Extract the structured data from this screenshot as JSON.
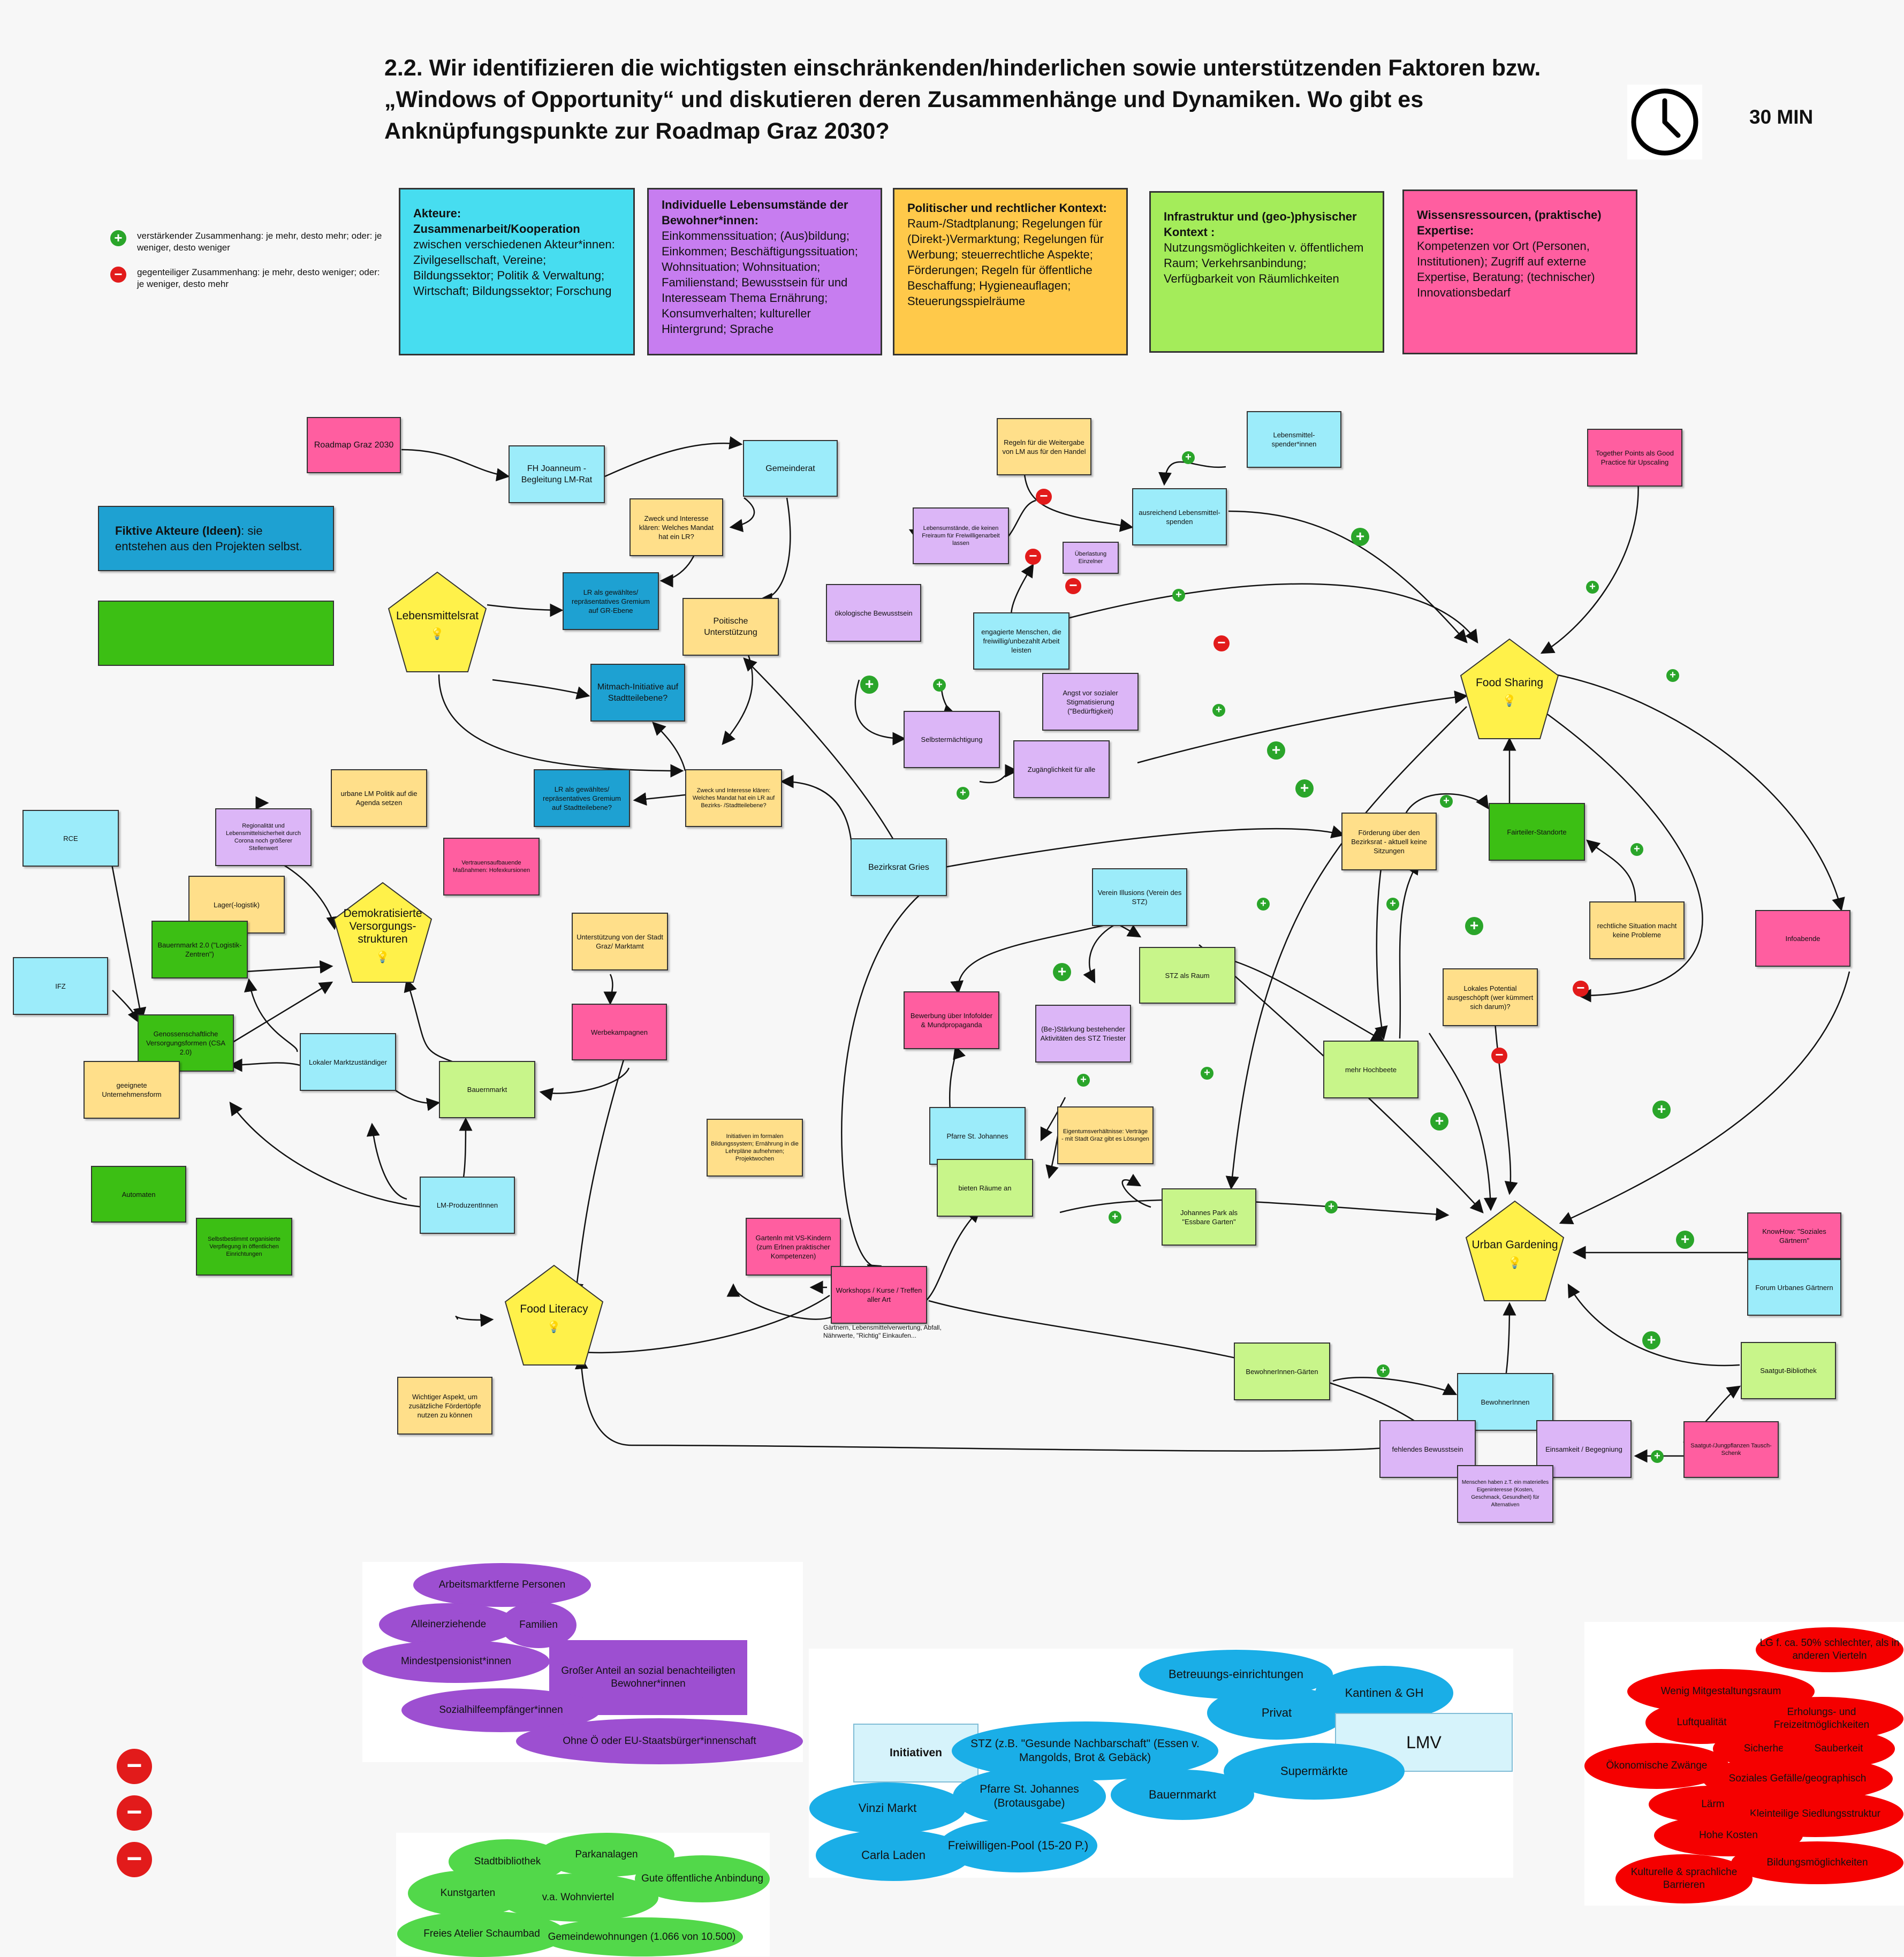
{
  "header": {
    "title": "2.2. Wir identifizieren die wichtigsten einschränkenden/hinderlichen sowie unterstützenden Faktoren bzw. „Windows of Opportunity“ und diskutieren deren Zusammenhänge und Dynamiken. Wo gibt es Anknüpfungspunkte zur Roadmap Graz 2030?",
    "duration": "30 MIN"
  },
  "legend": [
    {
      "sign": "+",
      "text": "verstärkender Zusammenhang: je mehr, desto mehr; oder: je weniger, desto weniger"
    },
    {
      "sign": "−",
      "text": "gegenteiliger Zusammenhang: je mehr, desto weniger; oder: je weniger, desto mehr"
    }
  ],
  "categories": [
    {
      "title": "Akteure: Zusammenarbeit/Kooperation",
      "text": "zwischen verschiedenen Akteur*innen: Zivilgesellschaft, Vereine; Bildungssektor; Politik & Verwaltung; Wirtschaft; Bildungssektor; Forschung",
      "color": "#47ddf0"
    },
    {
      "title": "Individuelle Lebensumstände der Bewohner*innen:",
      "text": "Einkommenssituation; (Aus)bildung; Einkommen; Beschäftigungssituation; Wohnsituation; Wohnsituation; Familienstand; Bewusstsein für und Interesseam Thema Ernährung; Konsumverhalten; kultureller Hintergrund; Sprache",
      "color": "#c77df0"
    },
    {
      "title": "Politischer und rechtlicher Kontext:",
      "text": "Raum-/Stadtplanung; Regelungen für (Direkt-)Vermarktung; Regelungen für Werbung; steuerrechtliche Aspekte; Förderungen; Regeln für öffentliche Beschaffung; Hygieneauflagen; Steuerungsspielräume",
      "color": "#ffc94a"
    },
    {
      "title": "Infrastruktur und (geo-)physischer Kontext :",
      "text": "Nutzungsmöglichkeiten v. öffentlichem Raum; Verkehrsanbindung; Verfügbarkeit von Räumlichkeiten",
      "color": "#a4ec5a"
    },
    {
      "title": "Wissensressourcen, (praktische) Expertise:",
      "text": "Kompetenzen vor Ort (Personen, Institutionen); Zugriff auf externe Expertise, Beratung; (technischer) Innovationsbedarf",
      "color": "#ff5ea0"
    }
  ],
  "fictive": {
    "title": "Fiktive Akteure (Ideen)",
    "text": ": sie entstehen aus den Projekten selbst."
  },
  "hubs": {
    "lebensmittelsrat": "Lebensmittelsrat",
    "food_sharing": "Food Sharing",
    "demokratisierte": "Demokratisierte Versorgungs-strukturen",
    "food_literacy": "Food Literacy",
    "urban_gardening": "Urban Gardening"
  },
  "nodes": {
    "roadmap": "Roadmap Graz 2030",
    "fh": "FH Joanneum - Begleitung LM-Rat",
    "gemeinderat": "Gemeinderat",
    "zweck1": "Zweck und Interesse klären: Welches Mandat hat ein LR?",
    "lr_gr": "LR als gewähltes/ repräsentatives Gremium auf GR-Ebene",
    "pol_unter": "Poitische Unterstützung",
    "mitmach": "Mitmach-Initiative auf Stadtteilebene?",
    "zweck2": "Zweck und Interesse klären: Welches Mandat hat ein LR auf Bezirks- /Stadtteilebene?",
    "lr_st": "LR als gewähltes/ repräsentatives Gremium auf Stadtteilebene?",
    "urbane_lm": "urbane LM Politik auf die Agenda setzen",
    "bezirksrat": "Bezirksrat Gries",
    "regeln": "Regeln für die Weitergabe von LM aus für den Handel",
    "lm_spender": "Lebensmittel-spender*innen",
    "ausreichend": "ausreichend Lebensmittel-spenden",
    "lebensumst": "Lebensumstände, die keinen Freiraum für Freiwilligenarbeit lassen",
    "ueberlastung": "Überlastung Einzelner",
    "oekologisch": "ökologische Bewusstsein",
    "engagierte": "engagierte Menschen, die freiwillig/unbezahlt Arbeit leisten",
    "angst": "Angst vor sozialer Stigmatisierung (\"Bedürftigkeit)",
    "selbst": "Selbstermächtigung",
    "zugaengl": "Zugänglichkeit für alle",
    "together": "Together Points als Good Practice für Upscaling",
    "foerderung": "Förderung über den Bezirksrat - aktuell keine Sitzungen",
    "fairteiler": "Fairteiler-Standorte",
    "rechtlich": "rechtliche Situation macht keine Probleme",
    "infoabende": "Infoabende",
    "lokales": "Lokales Potential ausgeschöpft (wer kümmert sich darum)?",
    "illusions": "Verein Illusions (Verein des STZ)",
    "stz_raum": "STZ als Raum",
    "mehr_hb": "mehr Hochbeete",
    "bewerbung": "Bewerbung über Infofolder & Mundpropaganda",
    "staerkung": "(Be-)Stärkung bestehender Aktivitäten des STZ Triester",
    "eigentum": "Eigentumsverhältnisse: Verträge - mit Stadt Graz gibt es Lösungen",
    "pfarre": "Pfarre St. Johannes",
    "raeume": "bieten Räume an",
    "johannes_park": "Johannes Park als \"Essbare Garten\"",
    "knowhow": "KnowHow: \"Soziales Gärtnern\"",
    "forum": "Forum Urbanes Gärtnern",
    "saatgut_bib": "Saatgut-Bibliothek",
    "saatgut_tausch": "Saatgut-/Jungpflanzen Tausch-Schenk",
    "bewohner_gaerten": "BewohnerInnen-Gärten",
    "bewohner": "BewohnerInnen",
    "fehlendes": "fehlendes Bewusstsein",
    "einsamkeit": "Einsamkeit / Begegniung",
    "menschen": "Menschen haben z.T. ein materielles Eigeninteresse (Kosten, Geschmack, Gesundheit) für Alternativen",
    "initiativen_formal": "Initiativen im formalen Bildungssystem; Ernährung in die Lehrpläne aufnehmen; Projektwochen",
    "gaerten_vs": "Gartenln mit VS-Kindern (zum Erlnen praktischer Kompetenzen)",
    "workshops": "Workshops / Kurse / Treffen aller Art",
    "workshops_note": "Gärtnern, Lebensmittelverwertung, Abfall, Nährwerte, \"Richtig\" Einkaufen...",
    "unterstuetzung": "Unterstützung von der Stadt Graz/ Marktamt",
    "werbekampagnen": "Werbekampagnen",
    "bauernmarkt": "Bauernmarkt",
    "lm_produzent": "LM-ProduzentInnen",
    "lokaler": "Lokaler Marktzuständiger",
    "wichtiger": "Wichtiger Aspekt, um zusätzliche Fördertöpfe nutzen zu können",
    "rce": "RCE",
    "ifz": "IFZ",
    "regionalitaet": "Regionalität und Lebensmittelsicherheit durch Corona noch größerer Stellenwert",
    "lager": "Lager(-logistik)",
    "bauernmarkt2": "Bauernmarkt 2.0 (\"Logistik-Zentren\")",
    "vertrauen": "Vertrauensaufbauende Maßnahmen: Hofexkursionen",
    "genossen": "Genossenschaftliche Versorgungsformen (CSA 2.0)",
    "geeignete": "geeignete Unternehmensform",
    "automaten": "Automaten",
    "selbstbestimmt": "Selbstbestimmt organisierte Verpflegung in öffentlichen Einrichtungen"
  },
  "cluster_purple": [
    "Arbeitsmarktferne Personen",
    "Alleinerziehende",
    "Familien",
    "Mindestpensionist*innen",
    "Großer Anteil an sozial benachteiligten Bewohner*innen",
    "Sozialhilfeempfänger*innen",
    "Ohne Ö oder EU-Staatsbürger*innenschaft"
  ],
  "cluster_blue": [
    "Betreuungs-einrichtungen",
    "Kantinen & GH",
    "Privat",
    "LMV",
    "Initiativen",
    "STZ (z.B. \"Gesunde Nachbarschaft\" (Essen v. Mangolds, Brot & Gebäck)",
    "Supermärkte",
    "Pfarre St. Johannes (Brotausgabe)",
    "Bauernmarkt",
    "Vinzi Markt",
    "Carla Laden",
    "Freiwilligen-Pool (15-20 P.)"
  ],
  "cluster_green": [
    "Stadtbibliothek",
    "Parkanalagen",
    "Gute öffentliche Anbindung",
    "Kunstgarten",
    "v.a. Wohnviertel",
    "Freies Atelier Schaumbad",
    "Gemeindewohnungen (1.066 von 10.500)"
  ],
  "cluster_red": [
    "LG f. ca. 50% schlechter, als in anderen Vierteln",
    "Wenig Mitgestaltungsraum",
    "Erholungs- und Freizeitmöglichkeiten",
    "Luftqualität",
    "Sicherheit",
    "Sauberkeit",
    "Ökonomische Zwänge",
    "Soziales Gefälle/geographisch",
    "Lärm",
    "Kleinteilige Siedlungsstruktur",
    "Hohe Kosten",
    "Kulturelle & sprachliche Barrieren",
    "Bildungsmöglichkeiten"
  ],
  "colors": {
    "cyan": "#9cecfa",
    "purple": "#dcb6f7",
    "yellow": "#ffdf8a",
    "green": "#c8f58a",
    "pink": "#ff5ea0",
    "dkblue": "#1ea1d2",
    "dkgreen": "#3cbf14",
    "hub": "#fff14a"
  }
}
